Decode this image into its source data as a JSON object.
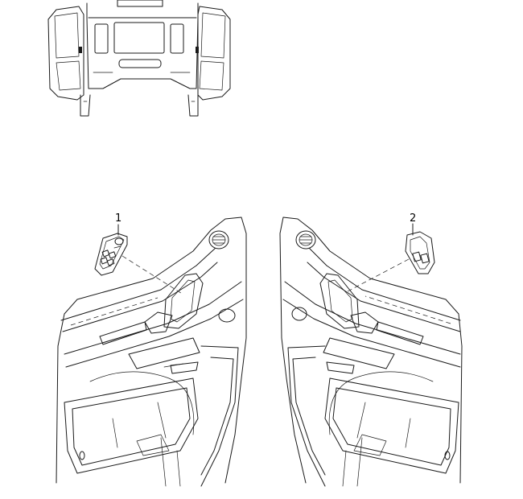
{
  "callouts": [
    {
      "id": "callout-1",
      "label": "1"
    },
    {
      "id": "callout-2",
      "label": "2"
    }
  ],
  "colors": {
    "line": "#1a1a1a",
    "background": "#ffffff"
  }
}
